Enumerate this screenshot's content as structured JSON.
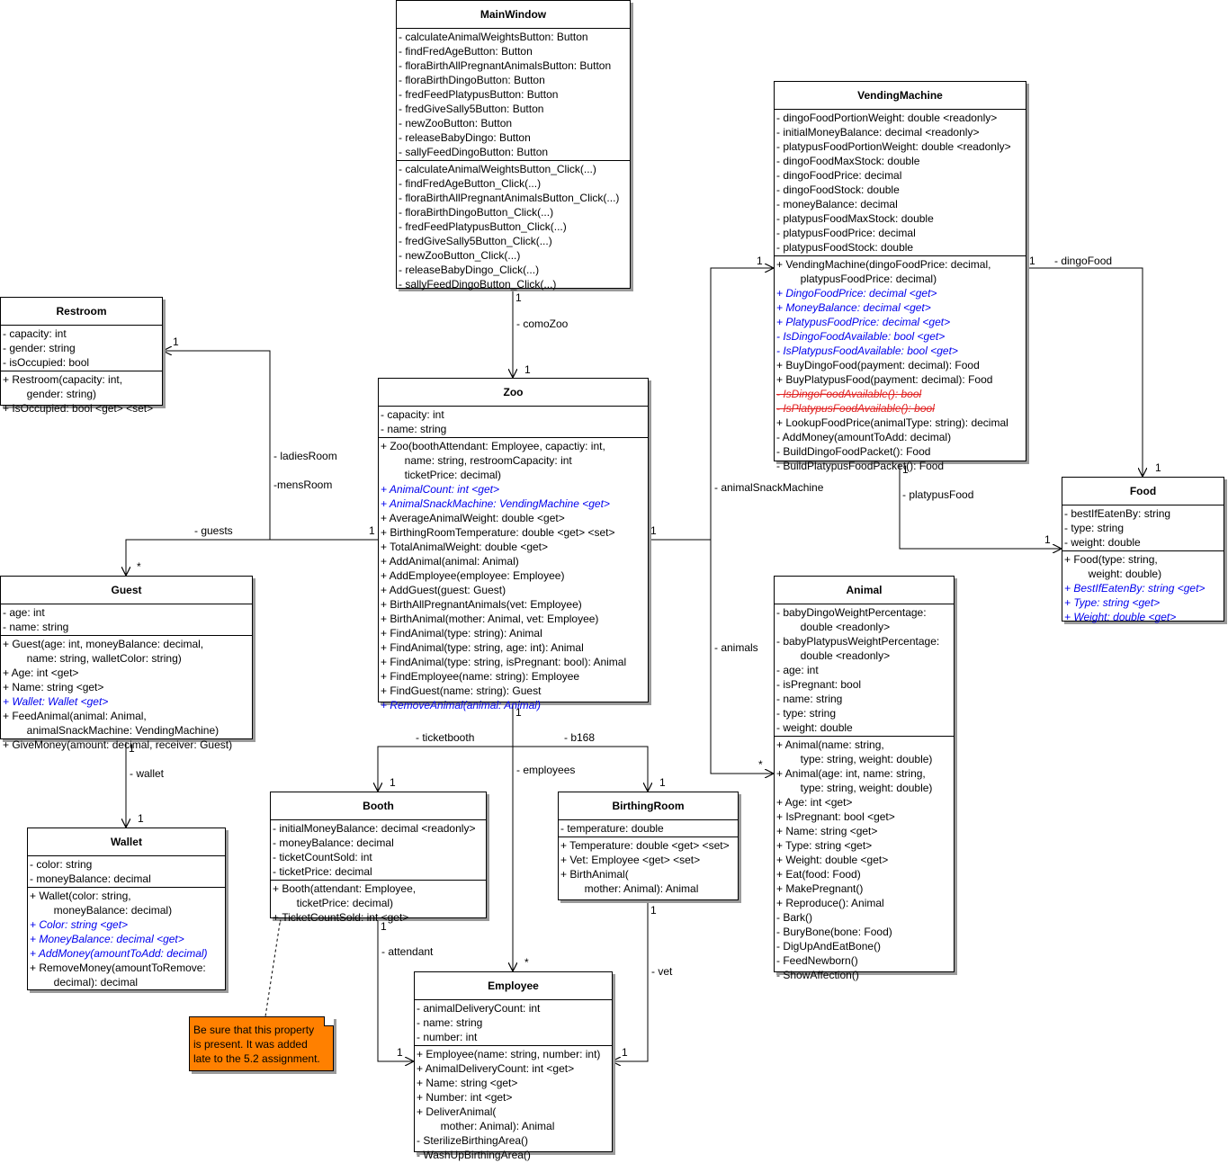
{
  "classes": {
    "mainwindow": {
      "name": "MainWindow",
      "sections": [
        [
          {
            "text": "- calculateAnimalWeightsButton: Button"
          },
          {
            "text": "- findFredAgeButton: Button"
          },
          {
            "text": "- floraBirthAllPregnantAnimalsButton: Button"
          },
          {
            "text": "- floraBirthDingoButton: Button"
          },
          {
            "text": "- fredFeedPlatypusButton: Button"
          },
          {
            "text": "- fredGiveSally5Button: Button"
          },
          {
            "text": "- newZooButton: Button"
          },
          {
            "text": "- releaseBabyDingo: Button"
          },
          {
            "text": "- sallyFeedDingoButton: Button"
          }
        ],
        [
          {
            "text": "- calculateAnimalWeightsButton_Click(...)"
          },
          {
            "text": "- findFredAgeButton_Click(...)"
          },
          {
            "text": "- floraBirthAllPregnantAnimalsButton_Click(...)"
          },
          {
            "text": "- floraBirthDingoButton_Click(...)"
          },
          {
            "text": "- fredFeedPlatypusButton_Click(...)"
          },
          {
            "text": "- fredGiveSally5Button_Click(...)"
          },
          {
            "text": "- newZooButton_Click(...)"
          },
          {
            "text": "- releaseBabyDingo_Click(...)"
          },
          {
            "text": "- sallyFeedDingoButton_Click(...)"
          }
        ]
      ]
    },
    "restroom": {
      "name": "Restroom",
      "sections": [
        [
          {
            "text": "- capacity: int"
          },
          {
            "text": "- gender: string"
          },
          {
            "text": "- isOccupied: bool"
          }
        ],
        [
          {
            "text": "+ Restroom(capacity: int,"
          },
          {
            "text": "        gender: string)"
          },
          {
            "text": "+ IsOccupied: bool <get> <set>"
          }
        ]
      ]
    },
    "zoo": {
      "name": "Zoo",
      "sections": [
        [
          {
            "text": "- capacity: int"
          },
          {
            "text": "- name: string"
          }
        ],
        [
          {
            "text": "+ Zoo(boothAttendant: Employee, capactiy: int,"
          },
          {
            "text": "        name: string, restroomCapacity: int"
          },
          {
            "text": "        ticketPrice: decimal)"
          },
          {
            "text": "+ AnimalCount: int <get>",
            "style": "italic"
          },
          {
            "text": "+ AnimalSnackMachine: VendingMachine <get>",
            "style": "italic"
          },
          {
            "text": "+ AverageAnimalWeight: double <get>"
          },
          {
            "text": "+ BirthingRoomTemperature: double <get> <set>"
          },
          {
            "text": "+ TotalAnimalWeight: double <get>"
          },
          {
            "text": "+ AddAnimal(animal: Animal)"
          },
          {
            "text": "+ AddEmployee(employee: Employee)"
          },
          {
            "text": "+ AddGuest(guest: Guest)"
          },
          {
            "text": "+ BirthAllPregnantAnimals(vet: Employee)"
          },
          {
            "text": "+ BirthAnimal(mother: Animal, vet: Employee)"
          },
          {
            "text": "+ FindAnimal(type: string): Animal"
          },
          {
            "text": "+ FindAnimal(type: string, age: int): Animal"
          },
          {
            "text": "+ FindAnimal(type: string, isPregnant: bool): Animal"
          },
          {
            "text": "+ FindEmployee(name: string): Employee"
          },
          {
            "text": "+ FindGuest(name: string): Guest"
          },
          {
            "text": "+ RemoveAnimal(animal: Animal)",
            "style": "italic"
          }
        ]
      ]
    },
    "vendingmachine": {
      "name": "VendingMachine",
      "sections": [
        [
          {
            "text": "- dingoFoodPortionWeight: double <readonly>"
          },
          {
            "text": "- initialMoneyBalance: decimal <readonly>"
          },
          {
            "text": "- platypusFoodPortionWeight: double <readonly>"
          },
          {
            "text": "- dingoFoodMaxStock: double"
          },
          {
            "text": "- dingoFoodPrice: decimal"
          },
          {
            "text": "- dingoFoodStock: double"
          },
          {
            "text": "- moneyBalance: decimal"
          },
          {
            "text": "- platypusFoodMaxStock: double"
          },
          {
            "text": "- platypusFoodPrice: decimal"
          },
          {
            "text": "- platypusFoodStock: double"
          }
        ],
        [
          {
            "text": "+ VendingMachine(dingoFoodPrice: decimal,"
          },
          {
            "text": "        platypusFoodPrice: decimal)"
          },
          {
            "text": "+ DingoFoodPrice: decimal <get>",
            "style": "italic"
          },
          {
            "text": "+ MoneyBalance: decimal <get>",
            "style": "italic"
          },
          {
            "text": "+ PlatypusFoodPrice: decimal <get>",
            "style": "italic"
          },
          {
            "text": "- IsDingoFoodAvailable: bool <get>",
            "style": "italic"
          },
          {
            "text": "- IsPlatypusFoodAvailable: bool <get>",
            "style": "italic"
          },
          {
            "text": "+ BuyDingoFood(payment: decimal): Food"
          },
          {
            "text": "+ BuyPlatypusFood(payment: decimal): Food"
          },
          {
            "text": "- IsDingoFoodAvailable(): bool",
            "style": "strike"
          },
          {
            "text": "- IsPlatypusFoodAvailable(): bool",
            "style": "strike"
          },
          {
            "text": "+ LookupFoodPrice(animalType: string): decimal"
          },
          {
            "text": "- AddMoney(amountToAdd: decimal)"
          },
          {
            "text": "- BuildDingoFoodPacket(): Food"
          },
          {
            "text": "- BuildPlatypusFoodPacket(): Food"
          }
        ]
      ]
    },
    "food": {
      "name": "Food",
      "sections": [
        [
          {
            "text": "- bestIfEatenBy: string"
          },
          {
            "text": "- type: string"
          },
          {
            "text": "- weight: double"
          }
        ],
        [
          {
            "text": "+ Food(type: string,"
          },
          {
            "text": "        weight: double)"
          },
          {
            "text": "+ BestIfEatenBy: string <get>",
            "style": "italic"
          },
          {
            "text": "+ Type: string <get>",
            "style": "italic"
          },
          {
            "text": "+ Weight: double <get>",
            "style": "italic"
          }
        ]
      ]
    },
    "guest": {
      "name": "Guest",
      "sections": [
        [
          {
            "text": "- age: int"
          },
          {
            "text": "- name: string"
          }
        ],
        [
          {
            "text": "+ Guest(age: int, moneyBalance: decimal,"
          },
          {
            "text": "        name: string, walletColor: string)"
          },
          {
            "text": "+ Age: int <get>"
          },
          {
            "text": "+ Name: string <get>"
          },
          {
            "text": "+ Wallet: Wallet <get>",
            "style": "italic"
          },
          {
            "text": "+ FeedAnimal(animal: Animal,"
          },
          {
            "text": "        animalSnackMachine: VendingMachine)"
          },
          {
            "text": "+ GiveMoney(amount: decimal, receiver: Guest)"
          }
        ]
      ]
    },
    "animal": {
      "name": "Animal",
      "sections": [
        [
          {
            "text": "- babyDingoWeightPercentage:"
          },
          {
            "text": "        double <readonly>"
          },
          {
            "text": "- babyPlatypusWeightPercentage:"
          },
          {
            "text": "        double <readonly>"
          },
          {
            "text": "- age: int"
          },
          {
            "text": "- isPregnant: bool"
          },
          {
            "text": "- name: string"
          },
          {
            "text": "- type: string"
          },
          {
            "text": "- weight: double"
          }
        ],
        [
          {
            "text": "+ Animal(name: string,"
          },
          {
            "text": "        type: string, weight: double)"
          },
          {
            "text": "+ Animal(age: int, name: string,"
          },
          {
            "text": "        type: string, weight: double)"
          },
          {
            "text": "+ Age: int <get>"
          },
          {
            "text": "+ IsPregnant: bool <get>"
          },
          {
            "text": "+ Name: string <get>"
          },
          {
            "text": "+ Type: string <get>"
          },
          {
            "text": "+ Weight: double <get>"
          },
          {
            "text": "+ Eat(food: Food)"
          },
          {
            "text": "+ MakePregnant()"
          },
          {
            "text": "+ Reproduce(): Animal"
          },
          {
            "text": "- Bark()"
          },
          {
            "text": "- BuryBone(bone: Food)"
          },
          {
            "text": "- DigUpAndEatBone()"
          },
          {
            "text": "- FeedNewborn()"
          },
          {
            "text": "- ShowAffection()"
          }
        ]
      ]
    },
    "wallet": {
      "name": "Wallet",
      "sections": [
        [
          {
            "text": "- color: string"
          },
          {
            "text": "- moneyBalance: decimal"
          }
        ],
        [
          {
            "text": "+ Wallet(color: string,"
          },
          {
            "text": "        moneyBalance: decimal)"
          },
          {
            "text": "+ Color: string <get>",
            "style": "italic"
          },
          {
            "text": "+ MoneyBalance: decimal <get>",
            "style": "italic"
          },
          {
            "text": "+ AddMoney(amountToAdd: decimal)",
            "style": "italic"
          },
          {
            "text": "+ RemoveMoney(amountToRemove:"
          },
          {
            "text": "        decimal): decimal"
          }
        ]
      ]
    },
    "booth": {
      "name": "Booth",
      "sections": [
        [
          {
            "text": "- initialMoneyBalance: decimal <readonly>"
          },
          {
            "text": "- moneyBalance: decimal"
          },
          {
            "text": "- ticketCountSold: int"
          },
          {
            "text": "- ticketPrice: decimal"
          }
        ],
        [
          {
            "text": "+ Booth(attendant: Employee,"
          },
          {
            "text": "        ticketPrice: decimal)"
          },
          {
            "text": "+,TicketCountSold: int <get>"
          }
        ]
      ]
    },
    "birthingroom": {
      "name": "BirthingRoom",
      "sections": [
        [
          {
            "text": "- temperature: double"
          }
        ],
        [
          {
            "text": "+ Temperature: double <get> <set>"
          },
          {
            "text": "+ Vet: Employee <get> <set>"
          },
          {
            "text": "+ BirthAnimal("
          },
          {
            "text": "        mother: Animal): Animal"
          }
        ]
      ]
    },
    "employee": {
      "name": "Employee",
      "sections": [
        [
          {
            "text": "- animalDeliveryCount: int"
          },
          {
            "text": "- name: string"
          },
          {
            "text": "- number: int"
          }
        ],
        [
          {
            "text": "+ Employee(name: string, number: int)"
          },
          {
            "text": "+ AnimalDeliveryCount: int <get>"
          },
          {
            "text": "+ Name: string <get>"
          },
          {
            "text": "+ Number: int <get>"
          },
          {
            "text": "+ DeliverAnimal("
          },
          {
            "text": "        mother: Animal): Animal"
          },
          {
            "text": "- SterilizeBirthingArea()"
          },
          {
            "text": "- WashUpBirthingArea()"
          }
        ]
      ]
    }
  },
  "associations": {
    "comoZoo": {
      "role": "- comoZoo",
      "src_mult": "1",
      "dst_mult": "1"
    },
    "ladiesRoom": {
      "role": "- ladiesRoom",
      "dst_mult": "1"
    },
    "mensRoom": {
      "role": "-mensRoom"
    },
    "guests": {
      "role": "- guests",
      "src_mult": "1",
      "dst_mult": "*"
    },
    "animalSnackMachine": {
      "role": "- animalSnackMachine",
      "src_mult": "1",
      "dst_mult": "1"
    },
    "animals": {
      "role": "- animals",
      "dst_mult": "*"
    },
    "dingoFood": {
      "role": "- dingoFood",
      "src_mult": "1",
      "dst_mult": "1"
    },
    "platypusFood": {
      "role": "- platypusFood",
      "src_mult": "1",
      "dst_mult": "1"
    },
    "wallet": {
      "role": "- wallet",
      "src_mult": "1",
      "dst_mult": "1"
    },
    "ticketbooth": {
      "role": "- ticketbooth",
      "src_mult": "1",
      "dst_mult": "1"
    },
    "b168": {
      "role": "- b168",
      "dst_mult": "1"
    },
    "employees": {
      "role": "- employees",
      "dst_mult": "*"
    },
    "attendant": {
      "role": "- attendant",
      "src_mult": "1",
      "dst_mult": "1"
    },
    "vet": {
      "role": "- vet",
      "src_mult": "1",
      "dst_mult": "1"
    }
  },
  "note": {
    "lines": [
      "Be sure that this property",
      "is present. It was added",
      "late to the 5.2 assignment."
    ]
  },
  "colors": {
    "note_fill": "#ff8000",
    "italic_member": "#0000ee",
    "struck_member": "#e02020",
    "shadow": "#9a9a9a"
  }
}
